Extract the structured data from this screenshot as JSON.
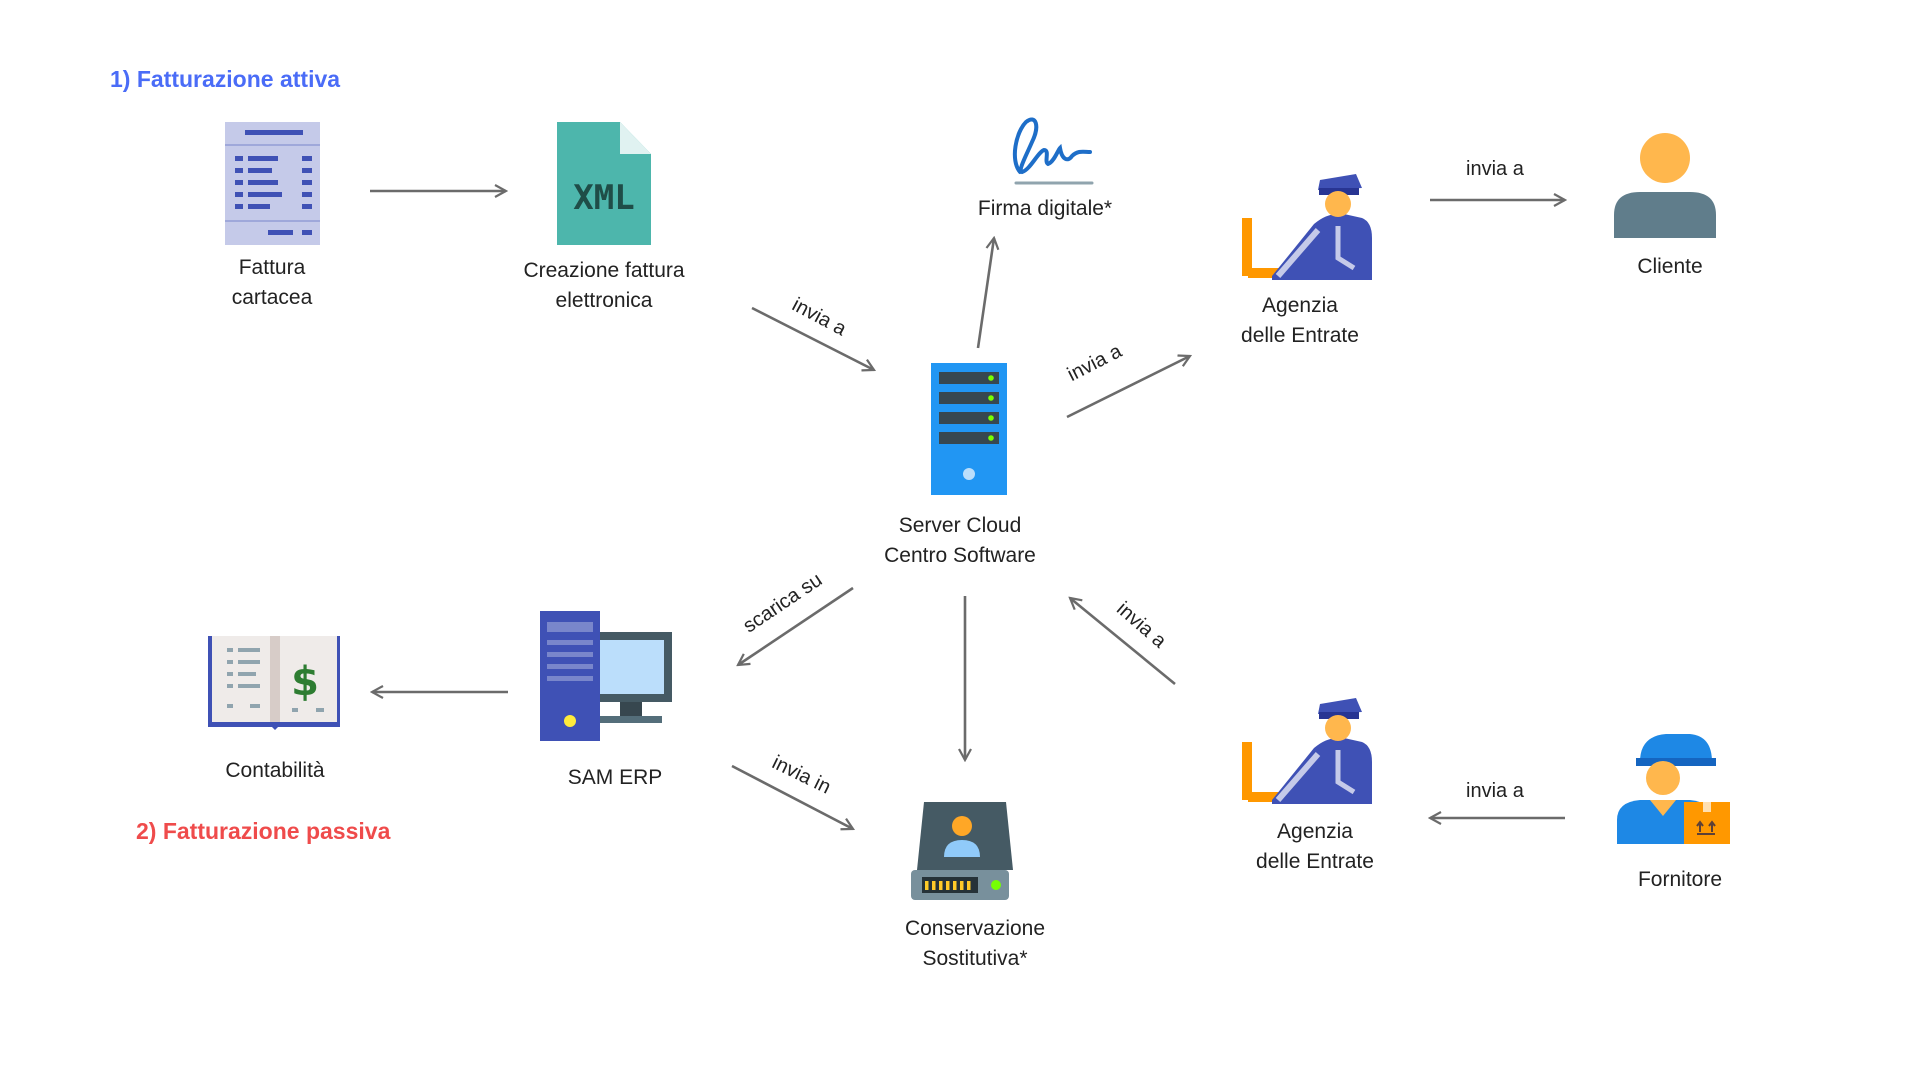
{
  "sections": {
    "active": {
      "title": "1) Fatturazione attiva",
      "color": "#4a6cf7"
    },
    "passive": {
      "title": "2) Fatturazione passiva",
      "color": "#ef4b4b"
    }
  },
  "nodes": {
    "paper_invoice": {
      "line1": "Fattura",
      "line2": "cartacea",
      "icon": "paper-invoice-icon"
    },
    "xml_invoice": {
      "line1": "Creazione  fattura",
      "line2": "elettronica",
      "icon": "xml-file-icon"
    },
    "digital_signature": {
      "line1": "Firma digitale*",
      "icon": "signature-icon"
    },
    "agency_top": {
      "line1": "Agenzia",
      "line2": "delle Entrate",
      "icon": "officer-icon"
    },
    "client": {
      "line1": "Cliente",
      "icon": "user-icon"
    },
    "server": {
      "line1": "Server Cloud",
      "line2": "Centro Software",
      "icon": "server-icon"
    },
    "accounting": {
      "line1": "Contabilità",
      "icon": "ledger-book-icon"
    },
    "erp": {
      "line1": "SAM ERP",
      "icon": "desktop-computer-icon"
    },
    "archive": {
      "line1": "Conservazione",
      "line2": "Sostitutiva*",
      "icon": "storage-drive-icon"
    },
    "agency_bottom": {
      "line1": "Agenzia",
      "line2": "delle Entrate",
      "icon": "officer-icon"
    },
    "supplier": {
      "line1": "Fornitore",
      "icon": "delivery-worker-icon"
    }
  },
  "edges": {
    "xml_to_server": "invia a",
    "server_to_agency": "invia a",
    "agency_to_client": "invia a",
    "server_to_erp": "scarica su",
    "erp_to_archive": "invia in",
    "agency_to_server": "invia a",
    "supplier_to_agency": "invia a"
  },
  "colors": {
    "arrow": "#6b6b6b",
    "server_blue": "#2196f3",
    "officer_blue": "#3f51b5",
    "xml_teal": "#4db6ac",
    "person_orange": "#ffb74d",
    "person_slate": "#607d8b"
  }
}
